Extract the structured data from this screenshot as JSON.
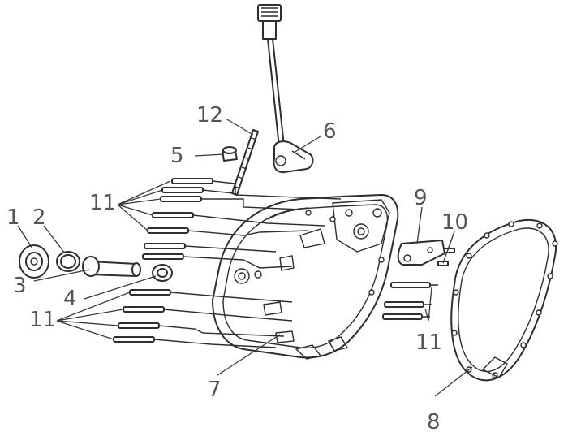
{
  "callouts": [
    {
      "id": "1",
      "text": "1"
    },
    {
      "id": "2",
      "text": "2"
    },
    {
      "id": "3",
      "text": "3"
    },
    {
      "id": "4",
      "text": "4"
    },
    {
      "id": "5",
      "text": "5"
    },
    {
      "id": "6",
      "text": "6"
    },
    {
      "id": "7",
      "text": "7"
    },
    {
      "id": "8",
      "text": "8"
    },
    {
      "id": "9",
      "text": "9"
    },
    {
      "id": "10",
      "text": "10"
    },
    {
      "id": "11a",
      "text": "11"
    },
    {
      "id": "11b",
      "text": "11"
    },
    {
      "id": "11c",
      "text": "11"
    },
    {
      "id": "12",
      "text": "12"
    }
  ]
}
